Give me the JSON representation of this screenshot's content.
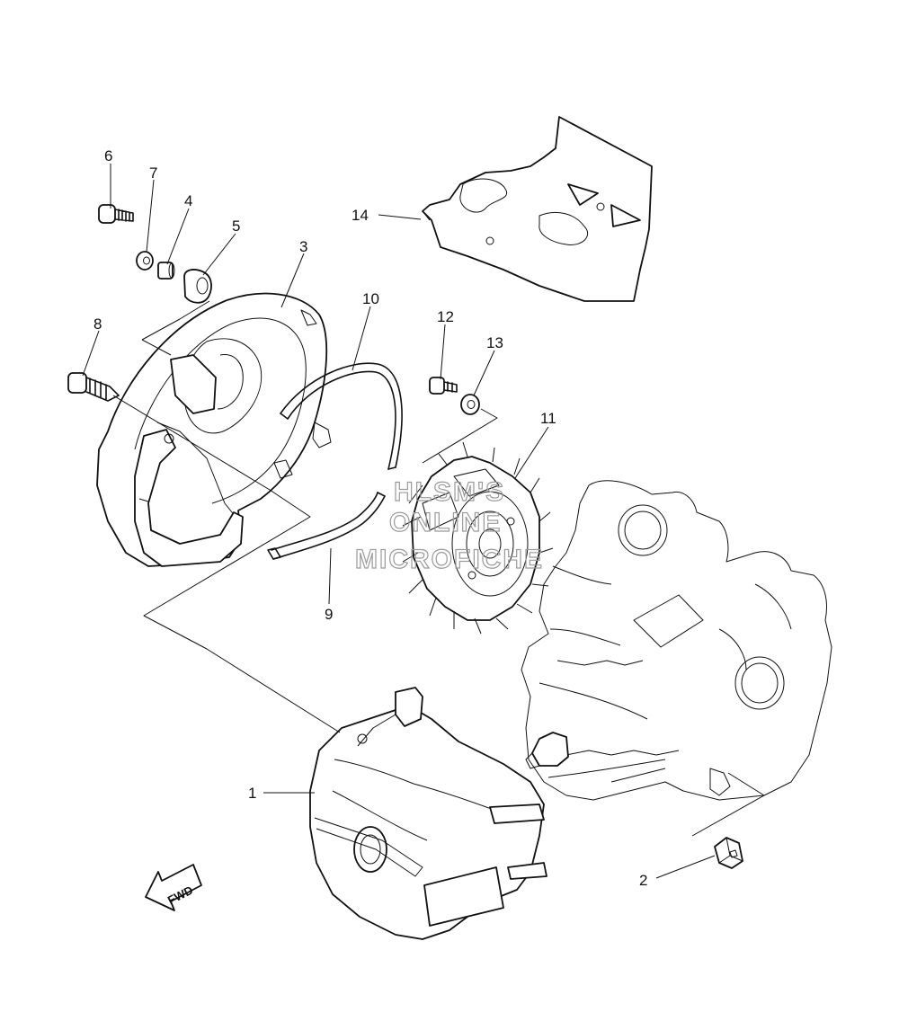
{
  "diagram": {
    "labels": [
      {
        "id": "1",
        "text": "1"
      },
      {
        "id": "2",
        "text": "2"
      },
      {
        "id": "3",
        "text": "3"
      },
      {
        "id": "4",
        "text": "4"
      },
      {
        "id": "5",
        "text": "5"
      },
      {
        "id": "6",
        "text": "6"
      },
      {
        "id": "7",
        "text": "7"
      },
      {
        "id": "8",
        "text": "8"
      },
      {
        "id": "9",
        "text": "9"
      },
      {
        "id": "10",
        "text": "10"
      },
      {
        "id": "11",
        "text": "11"
      },
      {
        "id": "12",
        "text": "12"
      },
      {
        "id": "13",
        "text": "13"
      },
      {
        "id": "14",
        "text": "14"
      }
    ],
    "fwd_arrow": "FWD",
    "watermark": [
      "HLSM'S",
      "ONLINE",
      "MICROFICHE"
    ]
  }
}
